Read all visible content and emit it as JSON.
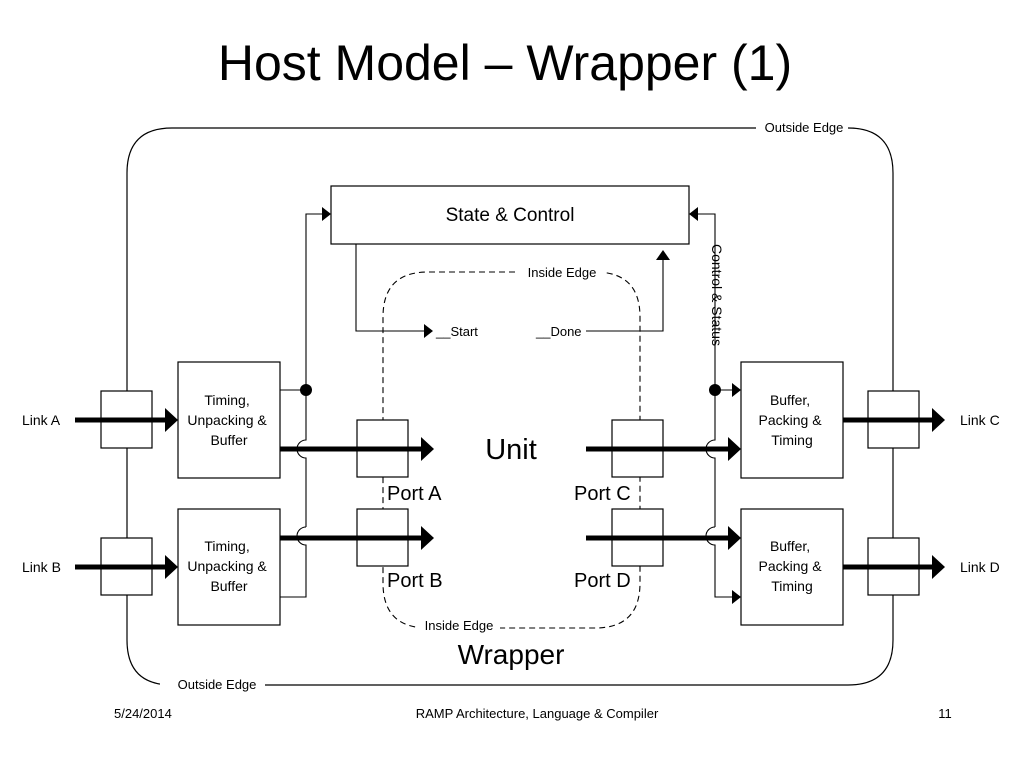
{
  "slide": {
    "title": "Host Model – Wrapper (1)",
    "footer": {
      "date": "5/24/2014",
      "center": "RAMP Architecture, Language & Compiler",
      "page": "11"
    }
  },
  "diagram": {
    "outside_edge_top": "Outside Edge",
    "outside_edge_bottom": "Outside Edge",
    "inside_edge_top": "Inside Edge",
    "inside_edge_bottom": "Inside Edge",
    "state_control": "State & Control",
    "control_status": "Control & Status",
    "start": "__Start",
    "done": "__Done",
    "unit": "Unit",
    "wrapper": "Wrapper",
    "ports": {
      "a": "Port A",
      "b": "Port B",
      "c": "Port C",
      "d": "Port D"
    },
    "links": {
      "a": "Link A",
      "b": "Link B",
      "c": "Link C",
      "d": "Link D"
    },
    "left_box_lines": [
      "Timing,",
      "Unpacking &",
      "Buffer"
    ],
    "right_box_lines": [
      "Buffer,",
      "Packing &",
      "Timing"
    ]
  }
}
